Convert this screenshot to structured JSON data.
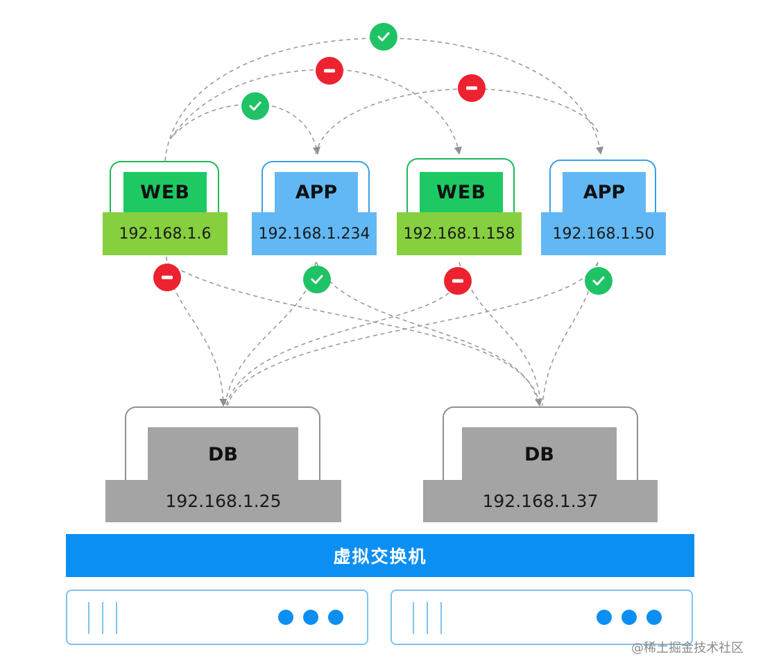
{
  "nodes": {
    "web1": {
      "tag": "WEB",
      "ip": "192.168.1.6"
    },
    "app1": {
      "tag": "APP",
      "ip": "192.168.1.234"
    },
    "web2": {
      "tag": "WEB",
      "ip": "192.168.1.158"
    },
    "app2": {
      "tag": "APP",
      "ip": "192.168.1.50"
    },
    "db1": {
      "tag": "DB",
      "ip": "192.168.1.25"
    },
    "db2": {
      "tag": "DB",
      "ip": "192.168.1.37"
    }
  },
  "switch": {
    "label": "虚拟交换机"
  },
  "watermark": "@稀土掘金技术社区",
  "status": {
    "web1_to_app2": "allowed",
    "web1_to_web2": "blocked",
    "web1_to_app1": "allowed",
    "app1_to_app2": "blocked",
    "web1_to_db": "blocked",
    "app1_to_db": "allowed",
    "web2_to_db": "blocked",
    "app2_to_db": "allowed"
  },
  "colors": {
    "allowed": "#1fc265",
    "blocked": "#ec2230",
    "web": "#1ec964",
    "app": "#62b8f5",
    "db": "#a4a4a4",
    "switch": "#0b8ff2"
  }
}
